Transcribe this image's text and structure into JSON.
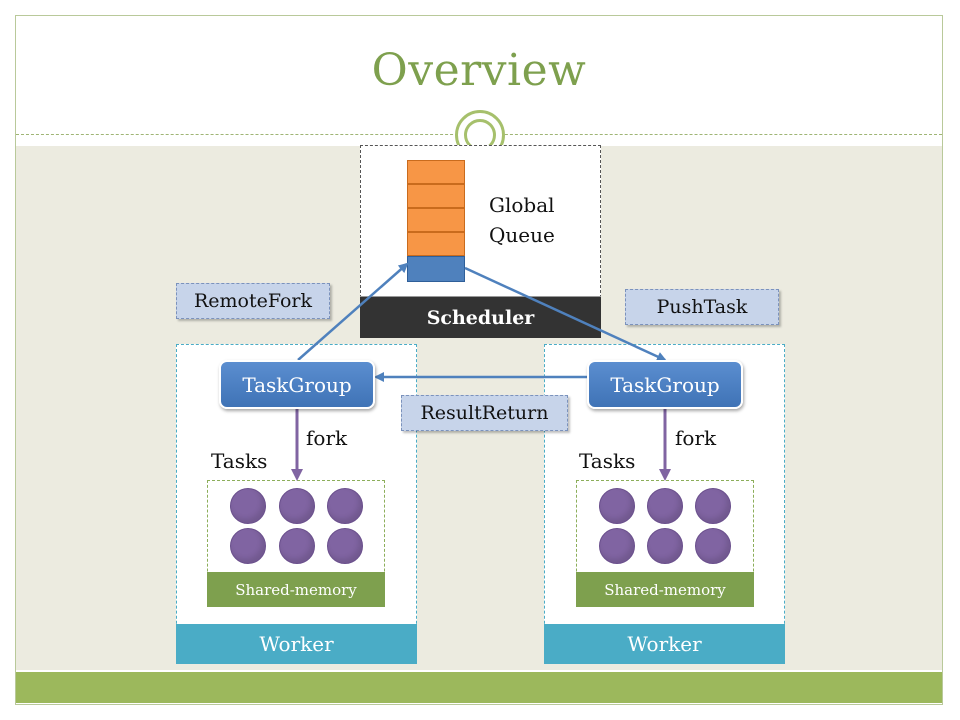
{
  "title": "Overview",
  "scheduler": {
    "label": "Scheduler",
    "queue_label_line1": "Global",
    "queue_label_line2": "Queue"
  },
  "messages": {
    "remote_fork": "RemoteFork",
    "push_task": "PushTask",
    "result_return": "ResultReturn"
  },
  "workers": [
    {
      "label": "Worker",
      "taskgroup": "TaskGroup",
      "fork": "fork",
      "tasks": "Tasks",
      "memory": "Shared-memory"
    },
    {
      "label": "Worker",
      "taskgroup": "TaskGroup",
      "fork": "fork",
      "tasks": "Tasks",
      "memory": "Shared-memory"
    }
  ],
  "colors": {
    "title": "#7ea04e",
    "queue_item": "#f79646",
    "queue_head": "#4f81bd",
    "taskgroup": "#4f81bd",
    "task": "#8064a2",
    "worker": "#4aacc6",
    "memory": "#7ea04e",
    "scheduler": "#333333",
    "tag": "#c7d4ea"
  }
}
